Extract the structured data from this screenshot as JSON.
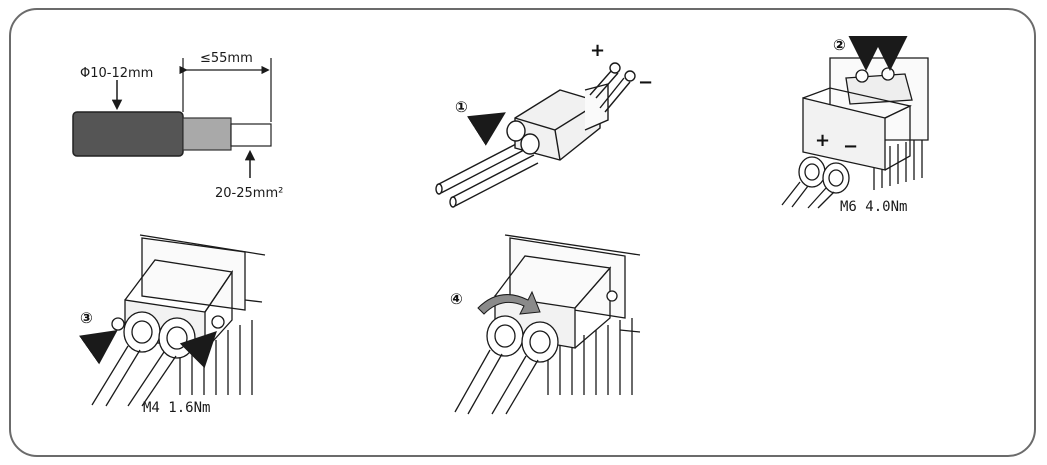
{
  "cable_prep": {
    "diameter_label": "Φ10-12mm",
    "strip_length_label": "≤55mm",
    "cross_section_label": "20-25mm²"
  },
  "steps": [
    {
      "marker": "①",
      "polarity_plus": "+",
      "polarity_minus": "−"
    },
    {
      "marker": "②",
      "polarity_plus": "+",
      "polarity_minus": "−",
      "torque_label": "M6 4.0Nm"
    },
    {
      "marker": "③",
      "torque_label": "M4 1.6Nm"
    },
    {
      "marker": "④"
    }
  ],
  "colors": {
    "line": "#1a1a1a",
    "frame": "#6b6b6b",
    "cable_jacket": "#555555",
    "shield": "#a9a9a9",
    "cover": "#ebebeb"
  }
}
